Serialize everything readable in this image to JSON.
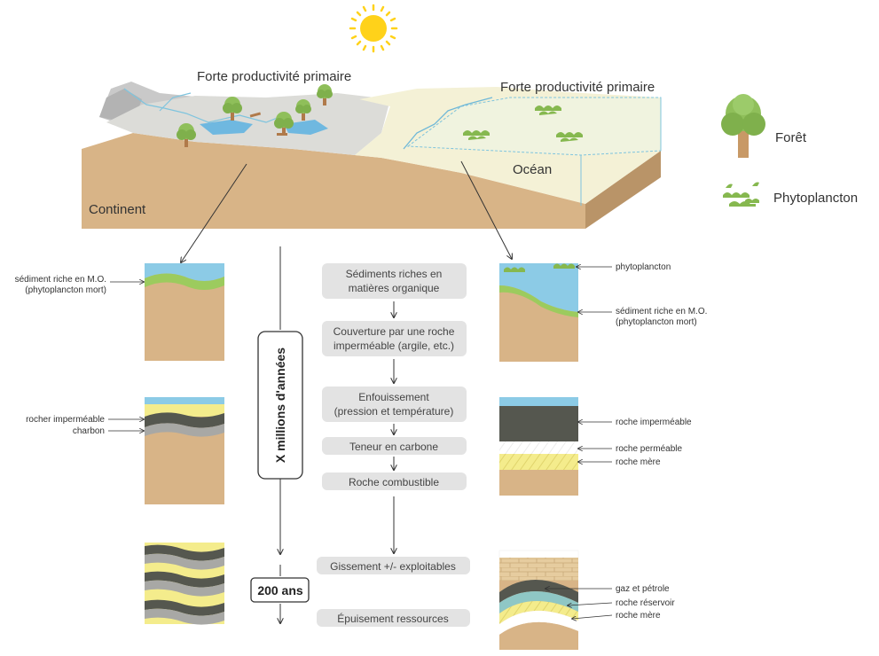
{
  "top": {
    "land_title": "Forte productivité primaire",
    "ocean_title": "Forte productivité primaire",
    "continent_label": "Continent",
    "ocean_label": "Océan"
  },
  "legend": {
    "forest": "Forêt",
    "phyto": "Phytoplancton"
  },
  "timeline": {
    "millions": "X millions d'années",
    "years": "200 ans"
  },
  "steps": [
    {
      "line1": "Sédiments riches en",
      "line2": "matières organique"
    },
    {
      "line1": "Couverture par une roche",
      "line2": "imperméable (argile, etc.)"
    },
    {
      "line1": "Enfouissement",
      "line2": "(pression et température)"
    },
    {
      "line1": "Teneur en carbone"
    },
    {
      "line1": "Roche combustible"
    },
    {
      "line1": "Gissement +/- exploitables"
    },
    {
      "line1": "Épuisement ressources"
    }
  ],
  "left_labels": {
    "sediment_line1": "sédiment riche en M.O.",
    "sediment_line2": "(phytoplancton mort)",
    "impermeable": "rocher imperméable",
    "coal": "charbon"
  },
  "right_labels": {
    "phyto": "phytoplancton",
    "sediment_line1": "sédiment riche en M.O.",
    "sediment_line2": "(phytoplancton mort)",
    "impermeable": "roche imperméable",
    "permeable": "roche perméable",
    "source1": "roche mère",
    "gas_oil": "gaz et pétrole",
    "reservoir": "roche réservoir",
    "source2": "roche mère"
  },
  "colors": {
    "sky_water": "#8ccbe6",
    "soil": "#d8b487",
    "green": "#9ccb5e",
    "dark_rock": "#55574f",
    "grey_rock": "#a8a8a5",
    "yellow": "#f4ec8c",
    "sun": "#ffd21a",
    "step_box": "#e3e3e3"
  }
}
